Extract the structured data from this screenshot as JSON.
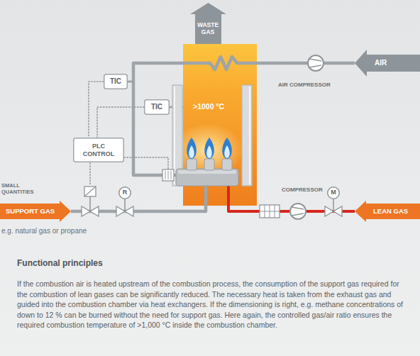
{
  "diagram": {
    "title": "Functional principles",
    "caption": "If the combustion air is heated upstream of the combustion process, the consumption of the support gas required for the combustion of lean gases can be significantly reduced. The necessary heat is taken from the exhaust gas and guided into the combustion chamber via heat exchangers. If the dimensioning is right, e.g. methane concentrations of down to 12 % can be burned without the need for support gas. Here again, the controlled gas/air ratio ensures the required combustion temperature of >1,000 °C inside the combustion chamber.",
    "nodes": [
      {
        "text": [
          "WASTE GAS"
        ]
      },
      {
        "text": [
          ">1000 °C"
        ]
      },
      {
        "text": [
          "AIR"
        ]
      },
      {
        "text": [
          "TIC"
        ]
      },
      {
        "text": [
          "TIC"
        ]
      },
      {
        "text": [
          "PLC CONTROL"
        ]
      },
      {
        "text": [
          "SUPPORT GAS"
        ]
      },
      {
        "text": [
          "R"
        ]
      },
      {
        "text": [
          "M"
        ]
      },
      {
        "text": [
          "LEAN GAS"
        ]
      }
    ],
    "edges": [
      {
        "from": 3,
        "to": 5,
        "arrow": "none"
      },
      {
        "from": 4,
        "to": 5,
        "arrow": "none"
      },
      {
        "from": 4,
        "to": 1,
        "arrow": "none"
      },
      {
        "from": 2,
        "to": 1,
        "arrow": "none"
      },
      {
        "from": 6,
        "to": 1,
        "arrow": "none"
      },
      {
        "from": 9,
        "to": 1,
        "arrow": "none"
      }
    ],
    "labels": [
      "AIR COMPRESSOR",
      "SMALL QUANTITIES",
      "COMPRESSOR",
      "e.g. natural gas or propane"
    ]
  }
}
